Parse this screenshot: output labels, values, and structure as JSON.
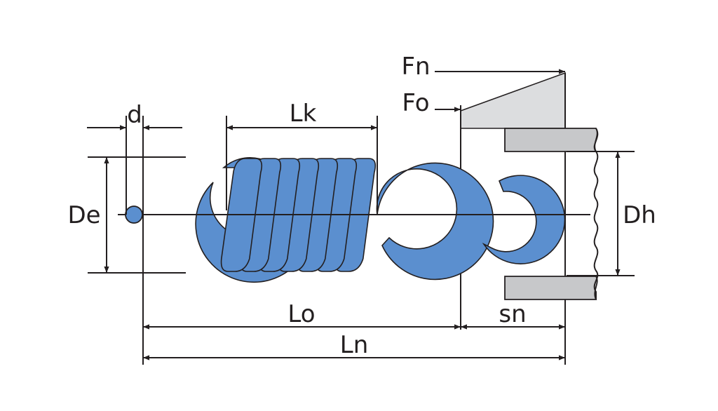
{
  "labels": {
    "d": "d",
    "lk": "Lk",
    "de": "De",
    "fn": "Fn",
    "fo": "Fo",
    "dh": "Dh",
    "lo": "Lo",
    "sn": "sn",
    "ln": "Ln"
  },
  "colors": {
    "spring": "#5b8fcf",
    "outline": "#231f20",
    "plate": "#c7c8ca",
    "force_area": "#dcdddf"
  }
}
